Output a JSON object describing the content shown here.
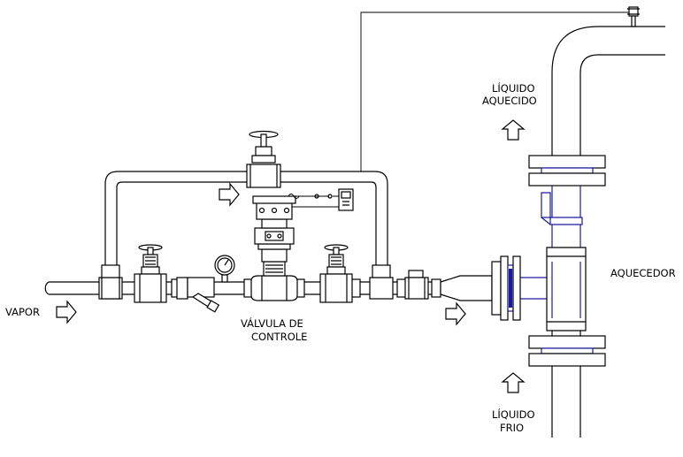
{
  "labels": {
    "vapor": "VAPOR",
    "valvula_line1": "VÁLVULA  DE",
    "valvula_line2": "CONTROLE",
    "aquecedor": "AQUECEDOR",
    "liquido_aquecido_line1": "LÍQUIDO",
    "liquido_aquecido_line2": "AQUECIDO",
    "liquido_frio_line1": "LÍQUIDO",
    "liquido_frio_line2": "FRIO"
  },
  "icons": [
    "flow-arrow-right",
    "flow-arrow-up",
    "globe-valve",
    "y-strainer",
    "pressure-gauge",
    "control-valve-actuator",
    "steam-trap",
    "temperature-sensor",
    "controller-unit"
  ],
  "colors": {
    "line": "#000000",
    "heater_flange": "#1a1aa0"
  }
}
